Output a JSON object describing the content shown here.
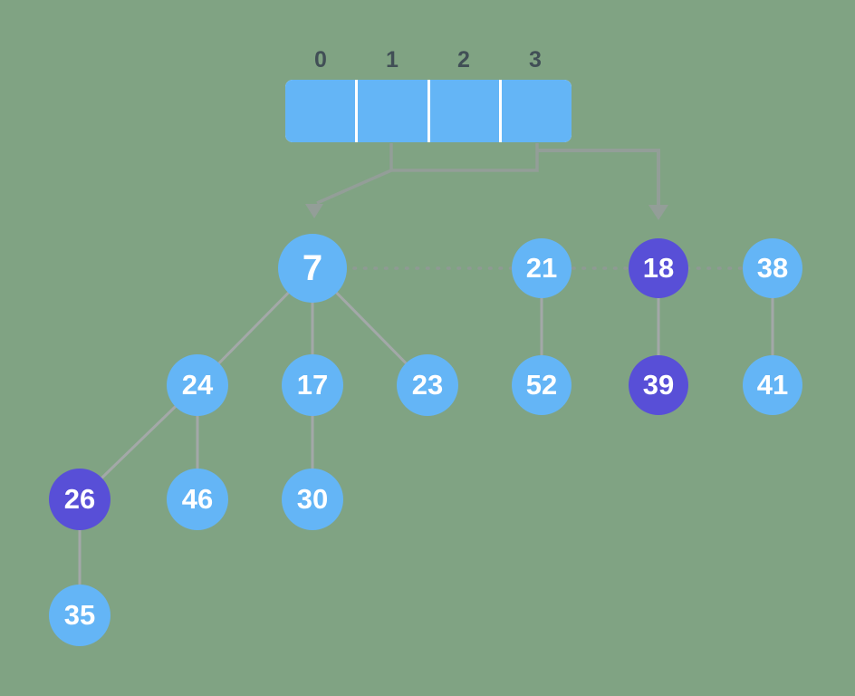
{
  "theme": {
    "background": "#80a383",
    "node_blue": "#64b5f6",
    "node_purple": "#584fd7",
    "node_text": "#ffffff",
    "array_blue": "#64b5f6",
    "array_divider": "#ffffff",
    "index_label_color": "#414f56",
    "edge_gray": "#a3a8a8",
    "dotted_gray": "#8f9a94",
    "arrow_gray": "#939e98"
  },
  "array": {
    "indices": [
      "0",
      "1",
      "2",
      "3"
    ]
  },
  "nodes": [
    {
      "label": "7",
      "variant": "blue"
    },
    {
      "label": "21",
      "variant": "blue"
    },
    {
      "label": "18",
      "variant": "purple"
    },
    {
      "label": "38",
      "variant": "blue"
    },
    {
      "label": "24",
      "variant": "blue"
    },
    {
      "label": "17",
      "variant": "blue"
    },
    {
      "label": "23",
      "variant": "blue"
    },
    {
      "label": "52",
      "variant": "blue"
    },
    {
      "label": "39",
      "variant": "purple"
    },
    {
      "label": "41",
      "variant": "blue"
    },
    {
      "label": "26",
      "variant": "purple"
    },
    {
      "label": "46",
      "variant": "blue"
    },
    {
      "label": "30",
      "variant": "blue"
    },
    {
      "label": "35",
      "variant": "blue"
    }
  ],
  "structure": {
    "root_list": [
      "7",
      "21",
      "18",
      "38"
    ],
    "highlighted_nodes": [
      "18",
      "39",
      "26"
    ],
    "edges": [
      [
        "7",
        "24"
      ],
      [
        "7",
        "17"
      ],
      [
        "7",
        "23"
      ],
      [
        "24",
        "26"
      ],
      [
        "24",
        "46"
      ],
      [
        "17",
        "30"
      ],
      [
        "26",
        "35"
      ],
      [
        "21",
        "52"
      ],
      [
        "18",
        "39"
      ],
      [
        "38",
        "41"
      ]
    ],
    "array_pointers": [
      {
        "arrow_to": "7"
      },
      {
        "arrow_to": "18"
      }
    ]
  }
}
